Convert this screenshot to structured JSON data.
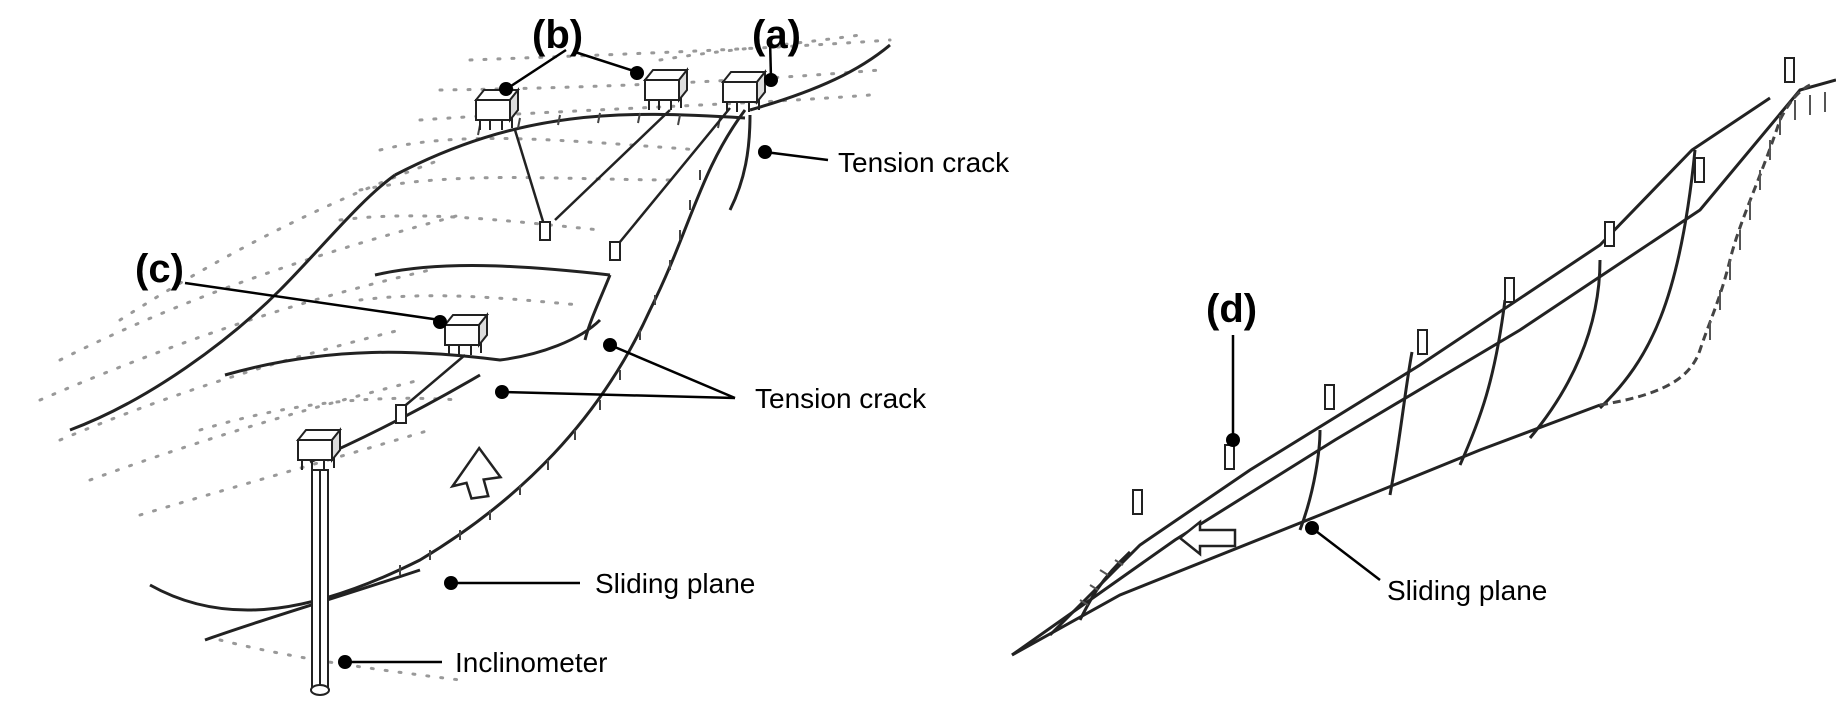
{
  "markers": {
    "a": "(a)",
    "b": "(b)",
    "c": "(c)",
    "d": "(d)"
  },
  "labels": {
    "tension_crack_top": "Tension crack",
    "tension_crack_mid": "Tension crack",
    "sliding_plane_left": "Sliding plane",
    "inclinometer": "Inclinometer",
    "sliding_plane_right": "Sliding plane"
  }
}
